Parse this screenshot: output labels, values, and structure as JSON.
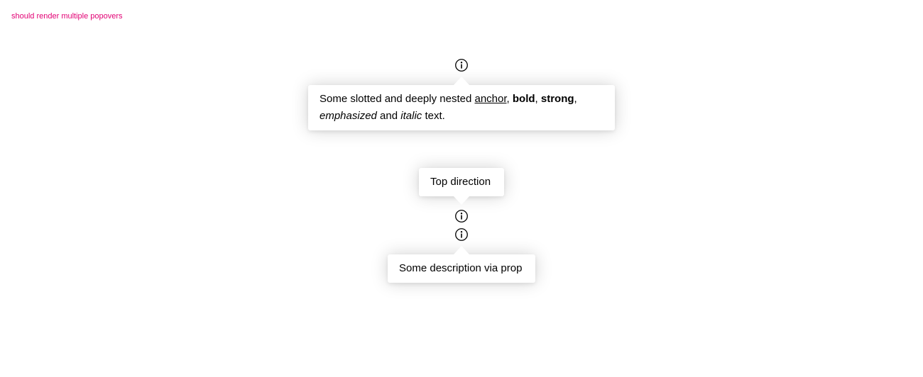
{
  "test": {
    "title": "should render multiple popovers"
  },
  "colors": {
    "title": "#e20074",
    "icon": "#000000",
    "popover_bg": "#ffffff"
  },
  "icons": {
    "info": "information-icon"
  },
  "popovers": [
    {
      "direction": "bottom",
      "segments": {
        "s1": "Some slotted and deeply nested ",
        "anchor": "anchor",
        "s2": ", ",
        "bold": "bold",
        "s3": ", ",
        "strong": "strong",
        "s4": ",",
        "emphasized": "emphasized",
        "s5": " and ",
        "italic": "italic",
        "s6": " text."
      }
    },
    {
      "direction": "top",
      "text": "Top direction"
    },
    {
      "direction": "bottom",
      "text": "Some description via prop"
    }
  ]
}
